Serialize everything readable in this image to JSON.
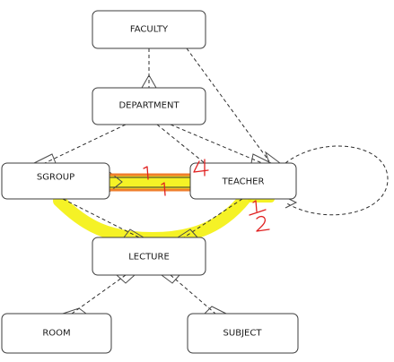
{
  "entities": {
    "faculty": "FACULTY",
    "department": "DEPARTMENT",
    "sgroup": "SGROUP",
    "teacher": "TEACHER",
    "lecture": "LECTURE",
    "room": "ROOM",
    "subject": "SUBJECT"
  },
  "colors": {
    "highlight": "#f3f000",
    "marker": "#ef7d2b",
    "annotation": "#e02020"
  }
}
